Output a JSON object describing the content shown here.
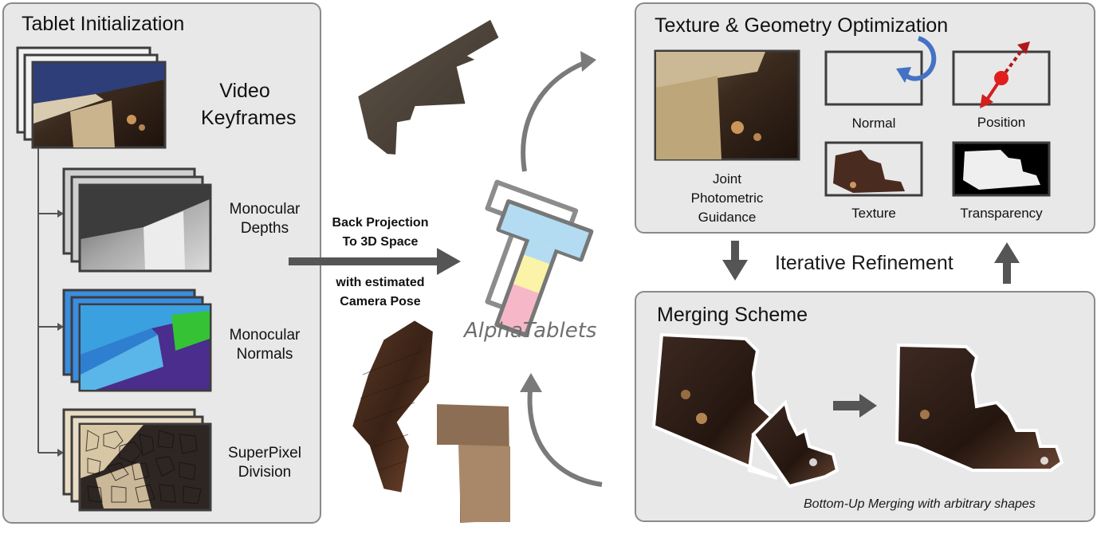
{
  "left_panel": {
    "title": "Tablet Initialization",
    "keyframes_label": [
      "Video",
      "Keyframes"
    ],
    "depths_label": [
      "Monocular",
      "Depths"
    ],
    "normals_label": [
      "Monocular",
      "Normals"
    ],
    "superpixel_label": [
      "SuperPixel",
      "Division"
    ]
  },
  "center": {
    "projection_label": [
      "Back Projection",
      "To 3D Space"
    ],
    "pose_label": [
      "with estimated",
      "Camera Pose"
    ],
    "logo_text": "AlphaTablets"
  },
  "optimization_panel": {
    "title": "Texture & Geometry Optimization",
    "joint_label": [
      "Joint",
      "Photometric",
      "Guidance"
    ],
    "normal_label": "Normal",
    "position_label": "Position",
    "texture_label": "Texture",
    "transparency_label": "Transparency"
  },
  "refinement_label": "Iterative Refinement",
  "merging_panel": {
    "title": "Merging Scheme",
    "caption": "Bottom-Up Merging with arbitrary shapes"
  },
  "colors": {
    "panel_bg": "#e8e8e8",
    "panel_border": "#8a8a8a",
    "arrow_gray": "#555555",
    "normal_blue": "#4472c4",
    "position_red": "#d21f1f",
    "logo_blue": "#b3dcf2",
    "logo_yellow": "#fbf3a8",
    "logo_pink": "#f6b8c8"
  }
}
